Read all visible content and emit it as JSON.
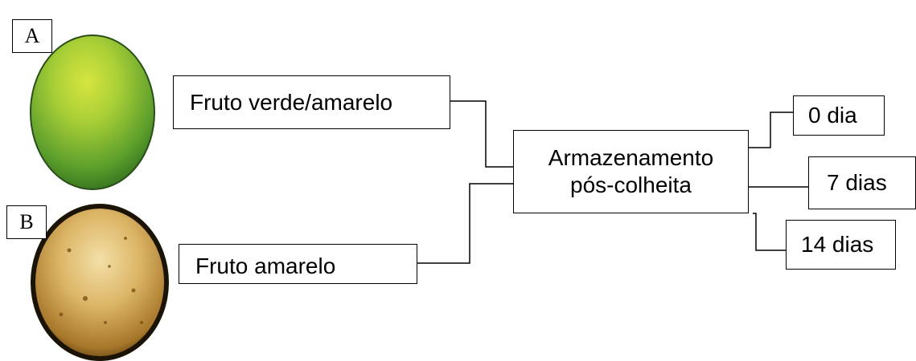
{
  "labels": {
    "photo_a_tag": "A",
    "photo_b_tag": "B"
  },
  "nodes": {
    "green_fruit": "Fruto verde/amarelo",
    "yellow_fruit": "Fruto amarelo",
    "storage_line1": "Armazenamento",
    "storage_line2": "pós-colheita",
    "day0": "0 dia",
    "day7": "7 dias",
    "day14": "14 dias"
  },
  "images": {
    "photo_a": "green-yellow-passion-fruit-photo",
    "photo_b": "yellow-passion-fruit-photo"
  },
  "colors": {
    "green_fruit_base": "#5fa22a",
    "green_fruit_highlight": "#c9df3a",
    "yellow_fruit_base": "#c99a3c",
    "yellow_fruit_highlight": "#f1dca0",
    "connector": "#000000"
  }
}
